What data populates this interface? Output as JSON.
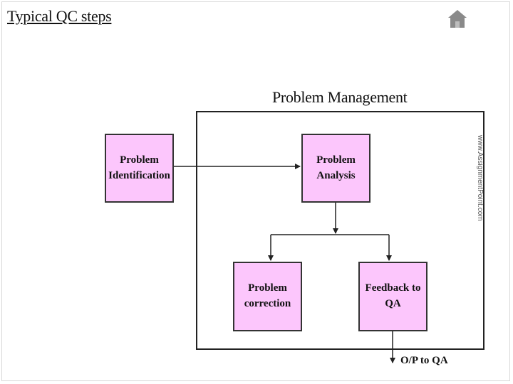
{
  "slide": {
    "title": "Typical QC steps",
    "home_icon": "home-icon"
  },
  "diagram": {
    "group_title": "Problem Management",
    "nodes": {
      "identification": "Problem\nIdentification",
      "analysis": "Problem\nAnalysis",
      "correction": "Problem\ncorrection",
      "feedback": "Feedback to\nQA"
    },
    "output_label": "O/P to QA",
    "edges": [
      {
        "from": "identification",
        "to": "analysis"
      },
      {
        "from": "analysis",
        "to": "correction"
      },
      {
        "from": "analysis",
        "to": "feedback"
      },
      {
        "from": "feedback",
        "to": "output"
      }
    ],
    "node_fill": "#fcc6fc"
  },
  "watermark": "www.AssignmentPoint.com"
}
